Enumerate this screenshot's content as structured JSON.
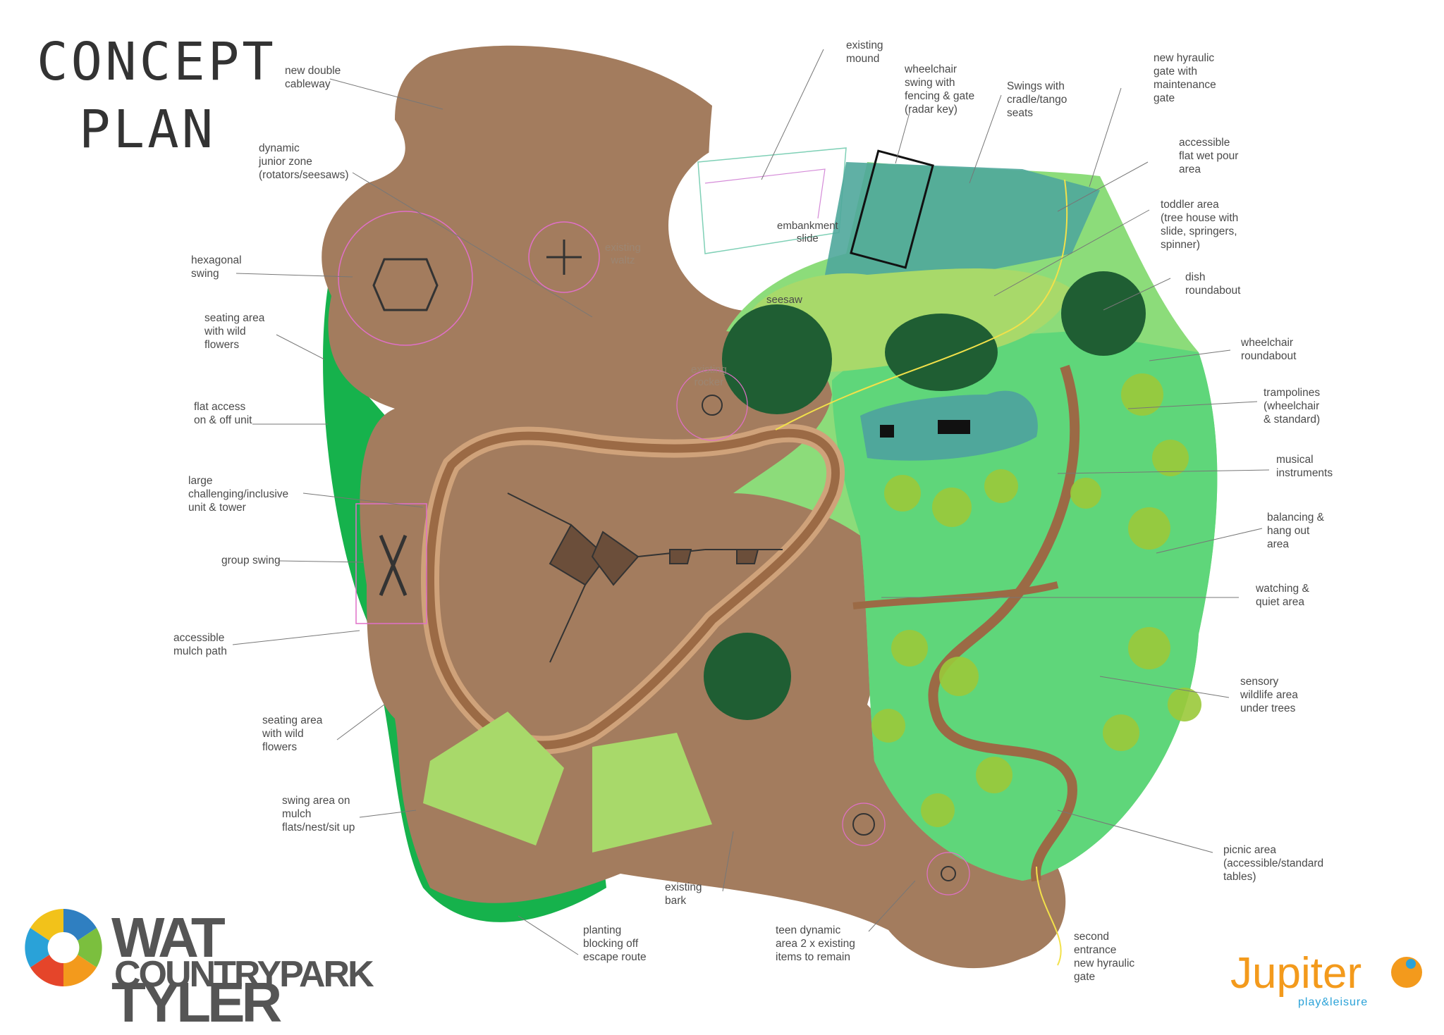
{
  "title": {
    "line1": "CONCEPT",
    "line2": "PLAN"
  },
  "labels": [
    {
      "id": "cableway",
      "text": "new double\ncableway"
    },
    {
      "id": "mound",
      "text": "existing\nmound"
    },
    {
      "id": "wheelchair_swing",
      "text": "wheelchair\nswing with\nfencing & gate\n(radar key)"
    },
    {
      "id": "swings_cradle",
      "text": "Swings with\ncradle/tango\nseats"
    },
    {
      "id": "hyraulic_gate",
      "text": "new hyraulic\ngate with\nmaintenance\ngate"
    },
    {
      "id": "wet_pour",
      "text": "accessible\nflat wet pour\narea"
    },
    {
      "id": "toddler",
      "text": "toddler area\n(tree house with\nslide, springers,\nspinner)"
    },
    {
      "id": "dish",
      "text": "dish\nroundabout"
    },
    {
      "id": "wheelchair_roundabout",
      "text": "wheelchair\nroundabout"
    },
    {
      "id": "trampolines",
      "text": "trampolines\n(wheelchair\n& standard)"
    },
    {
      "id": "musical",
      "text": "musical\ninstruments"
    },
    {
      "id": "balancing",
      "text": "balancing &\nhang out\narea"
    },
    {
      "id": "watching",
      "text": "watching &\nquiet area"
    },
    {
      "id": "sensory",
      "text": "sensory\nwildlife area\nunder trees"
    },
    {
      "id": "picnic",
      "text": "picnic area\n(accessible/standard\ntables)"
    },
    {
      "id": "second_entrance",
      "text": "second\nentrance\nnew hyraulic\ngate"
    },
    {
      "id": "teen",
      "text": "teen dynamic\narea 2 x existing\nitems to remain"
    },
    {
      "id": "existing_bark",
      "text": "existing\nbark"
    },
    {
      "id": "planting",
      "text": "planting\nblocking off\nescape route"
    },
    {
      "id": "swing_mulch",
      "text": "swing area on\nmulch\nflats/nest/sit up"
    },
    {
      "id": "seating_wild_2",
      "text": "seating area\nwith wild\nflowers"
    },
    {
      "id": "mulch_path",
      "text": "accessible\nmulch path"
    },
    {
      "id": "group_swing",
      "text": "group swing"
    },
    {
      "id": "large_unit",
      "text": "large\nchallenging/inclusive\nunit & tower"
    },
    {
      "id": "flat_access",
      "text": "flat access\non & off unit"
    },
    {
      "id": "seating_wild_1",
      "text": "seating area\nwith wild\nflowers"
    },
    {
      "id": "hexagonal_swing",
      "text": "hexagonal\nswing"
    },
    {
      "id": "junior_zone",
      "text": "dynamic\njunior zone\n(rotators/seesaws)"
    }
  ],
  "plan_labels": {
    "embankment": "embankment\nslide",
    "seesaw": "seesaw"
  },
  "ghost_labels": {
    "waltz": "existing\nwaltz",
    "rocker": "existing\nrocker"
  },
  "brand": {
    "line1": "WAT TYLER",
    "line2": "COUNTRYPARK"
  },
  "partner": {
    "name": "Jupiter",
    "tagline": "play&leisure"
  },
  "colors": {
    "bark": "#a37c5e",
    "path": "#9b6a45",
    "planting": "#16b24c",
    "grass_light": "#a8d96a",
    "grass_mid": "#5fd67a",
    "wet_pour": "#4fa79b",
    "dark_green": "#1f5e33",
    "fence": "#e070c8",
    "leader": "#777777"
  }
}
